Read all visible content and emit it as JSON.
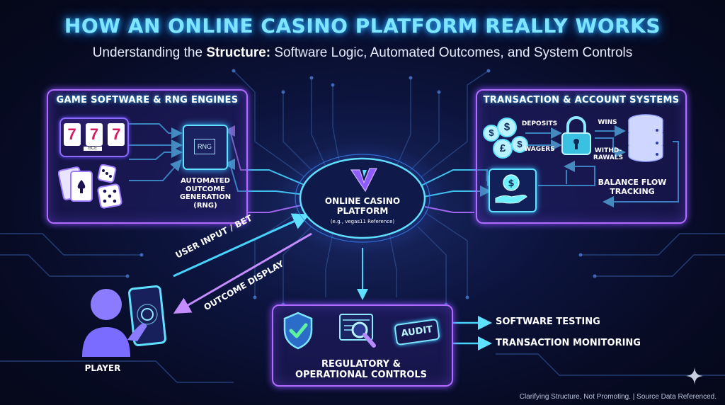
{
  "title": "HOW AN ONLINE CASINO PLATFORM REALLY WORKS",
  "subtitle": {
    "prefix": "Understanding the ",
    "bold": "Structure:",
    "suffix": " Software Logic, Automated Outcomes, and System Controls"
  },
  "game_panel": {
    "heading": "GAME SOFTWARE & RNG ENGINES",
    "rng_chip": "RNG",
    "slot_reels": [
      "7",
      "7",
      "7"
    ],
    "reel_caption": "BCE",
    "outcome_label": [
      "AUTOMATED",
      "OUTCOME",
      "GENERATION",
      "(RNG)"
    ]
  },
  "transaction_panel": {
    "heading": "TRANSACTION & ACCOUNT SYSTEMS",
    "deposits": "DEPOSITS",
    "wagers": "WAGERS",
    "wins": "WINS",
    "withdrawals": [
      "WITHD-",
      "RAWALS"
    ],
    "balance": [
      "BALANCE FLOW",
      "TRACKING"
    ],
    "currency_symbols": [
      "$",
      "$",
      "£",
      "$"
    ]
  },
  "hub": {
    "logo_letter": "V",
    "label": [
      "ONLINE CASINO",
      "PLATFORM"
    ],
    "reference": "(e.g., vegas11 Reference)"
  },
  "player": {
    "label": "PLAYER",
    "input_label": "USER INPUT / BET",
    "output_label": "OUTCOME DISPLAY"
  },
  "regulatory_panel": {
    "label": [
      "REGULATORY &",
      "OPERATIONAL CONTROLS"
    ],
    "audit_stamp": "AUDIT",
    "outputs": [
      "SOFTWARE TESTING",
      "TRANSACTION MONITORING"
    ]
  },
  "footer": "Clarifying Structure, Not Promoting. | Source Data Referenced.",
  "colors": {
    "accent_cyan": "#38d8ff",
    "accent_purple": "#b06cff",
    "background": "#070b24"
  }
}
